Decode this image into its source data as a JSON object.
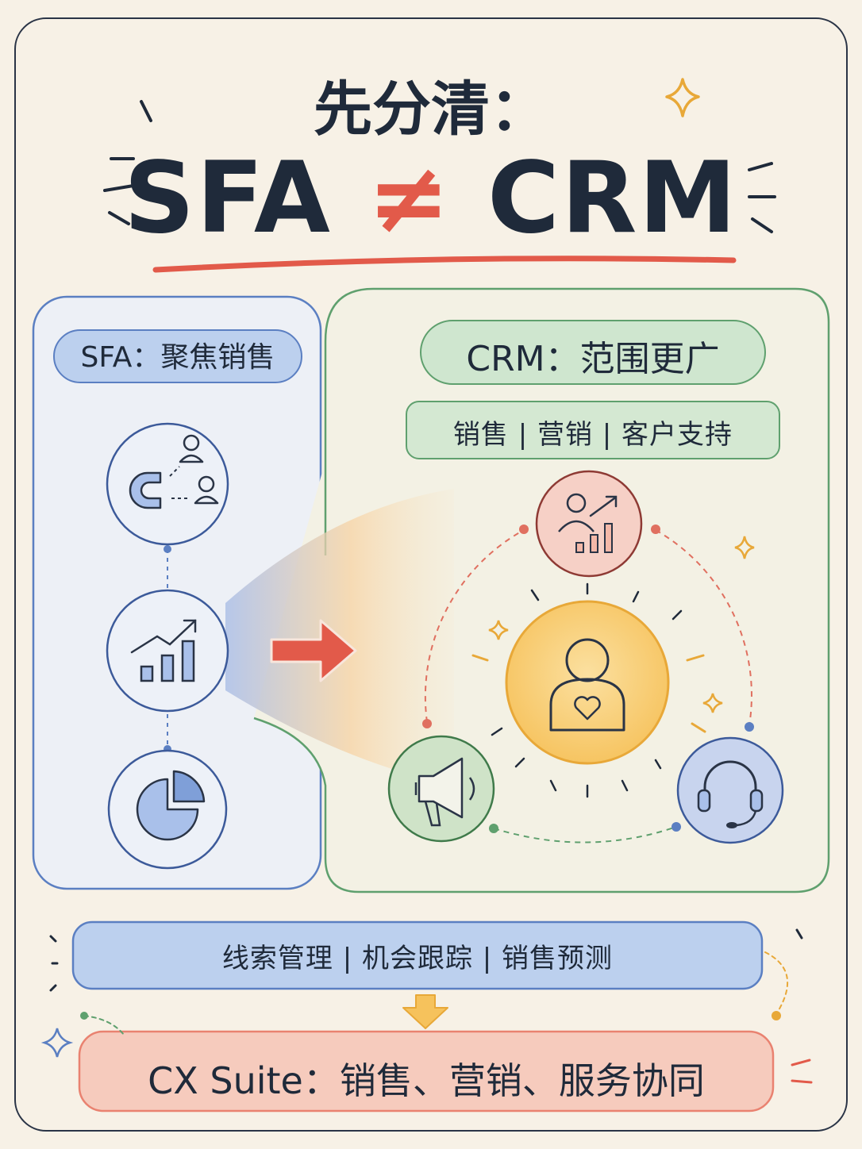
{
  "title": {
    "line1": "先分清：",
    "line2_left": "SFA ",
    "line2_symbol": "≠",
    "line2_right": " CRM"
  },
  "sfa": {
    "label": "SFA：聚焦销售",
    "icons": [
      "magnet-leads-icon",
      "growth-chart-icon",
      "pie-chart-icon"
    ]
  },
  "crm": {
    "label": "CRM：范围更广",
    "scope": "销售 | 营销 | 客户支持",
    "icons": [
      "customer-center-icon",
      "sales-growth-icon",
      "megaphone-icon",
      "headset-icon"
    ]
  },
  "sfa_functions": "线索管理 | 机会跟踪 | 销售预测",
  "cx_suite": "CX Suite：销售、营销、服务协同",
  "colors": {
    "ink": "#1f2a3a",
    "accent_red": "#e25a4a",
    "sfa_blue": "#5b7fc2",
    "crm_green": "#5fa06e",
    "customer_yellow": "#e8a838",
    "cx_orange": "#e98270"
  }
}
